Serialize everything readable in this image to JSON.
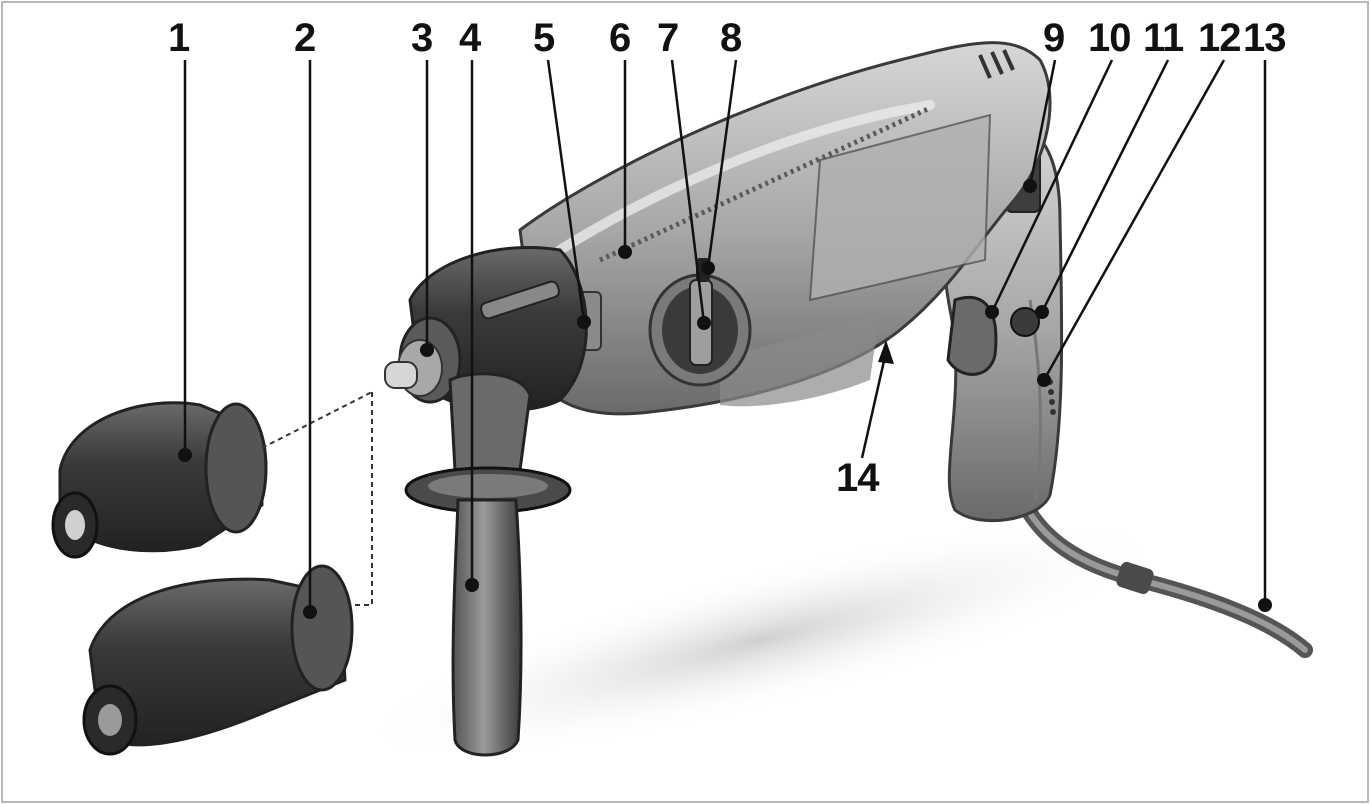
{
  "callouts": [
    {
      "id": "1",
      "label": "1"
    },
    {
      "id": "2",
      "label": "2"
    },
    {
      "id": "3",
      "label": "3"
    },
    {
      "id": "4",
      "label": "4"
    },
    {
      "id": "5",
      "label": "5"
    },
    {
      "id": "6",
      "label": "6"
    },
    {
      "id": "7",
      "label": "7"
    },
    {
      "id": "8",
      "label": "8"
    },
    {
      "id": "9",
      "label": "9"
    },
    {
      "id": "10",
      "label": "10"
    },
    {
      "id": "11",
      "label": "11"
    },
    {
      "id": "12",
      "label": "12"
    },
    {
      "id": "13",
      "label": "13"
    },
    {
      "id": "14",
      "label": "14"
    }
  ],
  "colors": {
    "frame": "#b8b8b8",
    "body_light": "#c4c4c4",
    "body_mid": "#9c9c9c",
    "body_dark": "#555555",
    "chuck_dark": "#3e3e3e",
    "ink": "#111111"
  }
}
